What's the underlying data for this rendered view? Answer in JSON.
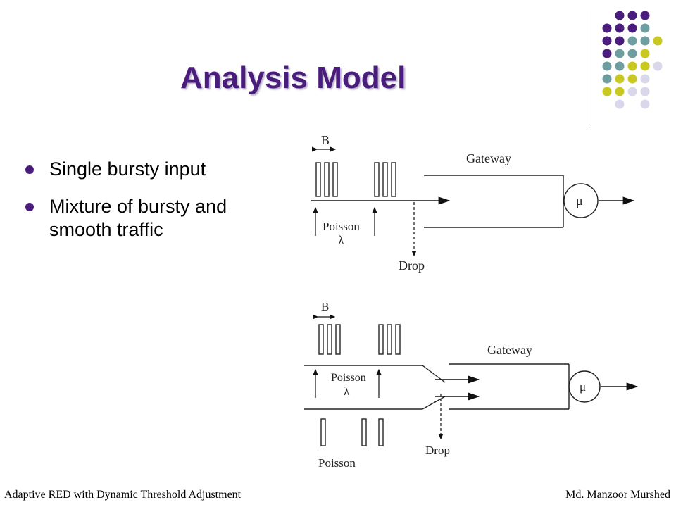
{
  "slide": {
    "title": "Analysis Model",
    "bullets": [
      "Single bursty input",
      "Mixture of bursty and smooth traffic"
    ]
  },
  "diagram_top": {
    "burst_label": "B",
    "gateway_label": "Gateway",
    "arrival_label": "Poisson",
    "rate_symbol": "λ",
    "drop_label": "Drop",
    "service_symbol": "μ"
  },
  "diagram_bottom": {
    "burst_label": "B",
    "gateway_label": "Gateway",
    "arrival_label": "Poisson",
    "rate_symbol": "λ",
    "smooth_label": "Poisson",
    "drop_label": "Drop",
    "service_symbol": "μ"
  },
  "footer": {
    "left": "Adaptive RED with Dynamic Threshold Adjustment",
    "right": "Md. Manzoor Murshed"
  },
  "colors": {
    "title": "#4a1d7c",
    "purple": "#4a1d7c",
    "teal": "#6f9ea0",
    "olive": "#c8c820",
    "lavender": "#d8d8ea"
  }
}
